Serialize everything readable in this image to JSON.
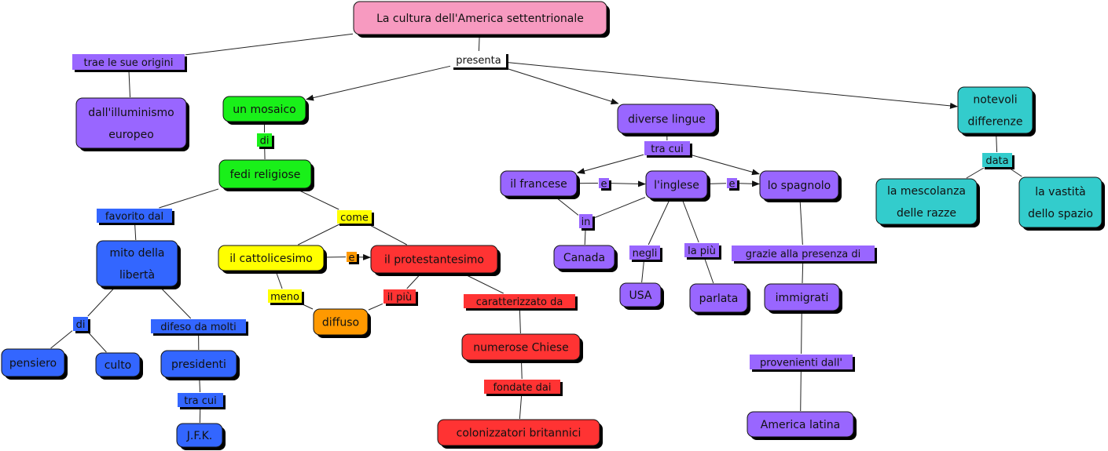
{
  "title": "La cultura dell'America settentrionale",
  "colors": {
    "pink": "#f79ac0",
    "purple": "#9966ff",
    "green": "#19f019",
    "blue": "#3366ff",
    "yellow": "#ffff00",
    "red": "#ff3333",
    "orange": "#ff9900",
    "teal": "#33cccc",
    "white": "#ffffff",
    "shadow": "#000000",
    "line": "#222222"
  },
  "concepts": [
    {
      "id": "root",
      "lines": [
        "La cultura dell'America settentrionale"
      ],
      "color": "pink"
    },
    {
      "id": "illuminismo",
      "lines": [
        "dall'illuminismo",
        "europeo"
      ],
      "color": "purple"
    },
    {
      "id": "mosaico",
      "lines": [
        "un mosaico"
      ],
      "color": "green"
    },
    {
      "id": "fedi",
      "lines": [
        "fedi religiose"
      ],
      "color": "green"
    },
    {
      "id": "mito",
      "lines": [
        "mito della",
        "libertà"
      ],
      "color": "blue"
    },
    {
      "id": "pensiero",
      "lines": [
        "pensiero"
      ],
      "color": "blue"
    },
    {
      "id": "culto",
      "lines": [
        "culto"
      ],
      "color": "blue"
    },
    {
      "id": "presidenti",
      "lines": [
        "presidenti"
      ],
      "color": "blue"
    },
    {
      "id": "jfk",
      "lines": [
        "J.F.K."
      ],
      "color": "blue"
    },
    {
      "id": "cattolicesimo",
      "lines": [
        "il cattolicesimo"
      ],
      "color": "yellow"
    },
    {
      "id": "protestantesimo",
      "lines": [
        "il protestantesimo"
      ],
      "color": "red"
    },
    {
      "id": "diffuso",
      "lines": [
        "diffuso"
      ],
      "color": "orange"
    },
    {
      "id": "chiese",
      "lines": [
        "numerose Chiese"
      ],
      "color": "red"
    },
    {
      "id": "colonizzatori",
      "lines": [
        "colonizzatori britannici"
      ],
      "color": "red"
    },
    {
      "id": "lingue",
      "lines": [
        "diverse lingue"
      ],
      "color": "purple"
    },
    {
      "id": "francese",
      "lines": [
        "il francese"
      ],
      "color": "purple"
    },
    {
      "id": "inglese",
      "lines": [
        "l'inglese"
      ],
      "color": "purple"
    },
    {
      "id": "spagnolo",
      "lines": [
        "lo spagnolo"
      ],
      "color": "purple"
    },
    {
      "id": "canada",
      "lines": [
        "Canada"
      ],
      "color": "purple"
    },
    {
      "id": "usa",
      "lines": [
        "USA"
      ],
      "color": "purple"
    },
    {
      "id": "parlata",
      "lines": [
        "parlata"
      ],
      "color": "purple"
    },
    {
      "id": "immigrati",
      "lines": [
        "immigrati"
      ],
      "color": "purple"
    },
    {
      "id": "americalatina",
      "lines": [
        "America latina"
      ],
      "color": "purple"
    },
    {
      "id": "differenze",
      "lines": [
        "notevoli",
        "differenze"
      ],
      "color": "teal"
    },
    {
      "id": "mescolanza",
      "lines": [
        "la mescolanza",
        "delle razze"
      ],
      "color": "teal"
    },
    {
      "id": "vastita",
      "lines": [
        "la vastità",
        "dello spazio"
      ],
      "color": "teal"
    }
  ],
  "linking_phrases": [
    {
      "id": "trae",
      "text": "trae le sue origini",
      "color": "purple"
    },
    {
      "id": "presenta",
      "text": "presenta",
      "color": "white"
    },
    {
      "id": "di1",
      "text": "di",
      "color": "green"
    },
    {
      "id": "favorito",
      "text": "favorito dal",
      "color": "blue"
    },
    {
      "id": "di2",
      "text": "di",
      "color": "blue"
    },
    {
      "id": "difeso",
      "text": "difeso da molti",
      "color": "blue"
    },
    {
      "id": "tracui1",
      "text": "tra cui",
      "color": "blue"
    },
    {
      "id": "come",
      "text": "come",
      "color": "yellow"
    },
    {
      "id": "e1",
      "text": "e",
      "color": "orange"
    },
    {
      "id": "meno",
      "text": "meno",
      "color": "yellow"
    },
    {
      "id": "ilpiu",
      "text": "il più",
      "color": "red"
    },
    {
      "id": "caratt",
      "text": "caratterizzato da",
      "color": "red"
    },
    {
      "id": "fondate",
      "text": "fondate dai",
      "color": "red"
    },
    {
      "id": "tracui2",
      "text": "tra cui",
      "color": "purple"
    },
    {
      "id": "e2",
      "text": "e",
      "color": "purple"
    },
    {
      "id": "e3",
      "text": "e",
      "color": "purple"
    },
    {
      "id": "in",
      "text": "in",
      "color": "purple"
    },
    {
      "id": "negli",
      "text": "negli",
      "color": "purple"
    },
    {
      "id": "lapiu",
      "text": "la più",
      "color": "purple"
    },
    {
      "id": "grazie",
      "text": "grazie alla presenza di",
      "color": "purple"
    },
    {
      "id": "provenienti",
      "text": "provenienti dall'",
      "color": "purple"
    },
    {
      "id": "data",
      "text": "data",
      "color": "teal"
    }
  ],
  "connections": [
    {
      "from": "root",
      "to": "trae",
      "arrow": false
    },
    {
      "from": "trae",
      "to": "illuminismo",
      "arrow": false
    },
    {
      "from": "root",
      "to": "presenta",
      "arrow": false
    },
    {
      "from": "presenta",
      "to": "mosaico",
      "arrow": true
    },
    {
      "from": "presenta",
      "to": "lingue",
      "arrow": true
    },
    {
      "from": "presenta",
      "to": "differenze",
      "arrow": true
    },
    {
      "from": "mosaico",
      "to": "di1",
      "arrow": false
    },
    {
      "from": "di1",
      "to": "fedi",
      "arrow": false
    },
    {
      "from": "fedi",
      "to": "favorito",
      "arrow": false
    },
    {
      "from": "favorito",
      "to": "mito",
      "arrow": false
    },
    {
      "from": "mito",
      "to": "di2",
      "arrow": false
    },
    {
      "from": "di2",
      "to": "pensiero",
      "arrow": false
    },
    {
      "from": "di2",
      "to": "culto",
      "arrow": false
    },
    {
      "from": "mito",
      "to": "difeso",
      "arrow": false
    },
    {
      "from": "difeso",
      "to": "presidenti",
      "arrow": false
    },
    {
      "from": "presidenti",
      "to": "tracui1",
      "arrow": false
    },
    {
      "from": "tracui1",
      "to": "jfk",
      "arrow": false
    },
    {
      "from": "fedi",
      "to": "come",
      "arrow": false
    },
    {
      "from": "come",
      "to": "cattolicesimo",
      "arrow": false
    },
    {
      "from": "come",
      "to": "protestantesimo",
      "arrow": false
    },
    {
      "from": "cattolicesimo",
      "to": "e1",
      "arrow": false
    },
    {
      "from": "e1",
      "to": "protestantesimo",
      "arrow": true
    },
    {
      "from": "cattolicesimo",
      "to": "meno",
      "arrow": false
    },
    {
      "from": "meno",
      "to": "diffuso",
      "arrow": false
    },
    {
      "from": "protestantesimo",
      "to": "ilpiu",
      "arrow": false
    },
    {
      "from": "ilpiu",
      "to": "diffuso",
      "arrow": false
    },
    {
      "from": "protestantesimo",
      "to": "caratt",
      "arrow": false
    },
    {
      "from": "caratt",
      "to": "chiese",
      "arrow": false
    },
    {
      "from": "chiese",
      "to": "fondate",
      "arrow": false
    },
    {
      "from": "fondate",
      "to": "colonizzatori",
      "arrow": false
    },
    {
      "from": "lingue",
      "to": "tracui2",
      "arrow": false
    },
    {
      "from": "tracui2",
      "to": "francese",
      "arrow": true
    },
    {
      "from": "tracui2",
      "to": "spagnolo",
      "arrow": true
    },
    {
      "from": "francese",
      "to": "e2",
      "arrow": false
    },
    {
      "from": "e2",
      "to": "inglese",
      "arrow": true
    },
    {
      "from": "inglese",
      "to": "e3",
      "arrow": false
    },
    {
      "from": "e3",
      "to": "spagnolo",
      "arrow": true
    },
    {
      "from": "francese",
      "to": "in",
      "arrow": false
    },
    {
      "from": "inglese",
      "to": "in",
      "arrow": false
    },
    {
      "from": "in",
      "to": "canada",
      "arrow": false
    },
    {
      "from": "inglese",
      "to": "negli",
      "arrow": false
    },
    {
      "from": "negli",
      "to": "usa",
      "arrow": false
    },
    {
      "from": "inglese",
      "to": "lapiu",
      "arrow": false
    },
    {
      "from": "lapiu",
      "to": "parlata",
      "arrow": false
    },
    {
      "from": "spagnolo",
      "to": "grazie",
      "arrow": false
    },
    {
      "from": "grazie",
      "to": "immigrati",
      "arrow": false
    },
    {
      "from": "immigrati",
      "to": "provenienti",
      "arrow": false
    },
    {
      "from": "provenienti",
      "to": "americalatina",
      "arrow": false
    },
    {
      "from": "differenze",
      "to": "data",
      "arrow": false
    },
    {
      "from": "data",
      "to": "mescolanza",
      "arrow": false
    },
    {
      "from": "data",
      "to": "vastita",
      "arrow": false
    }
  ]
}
